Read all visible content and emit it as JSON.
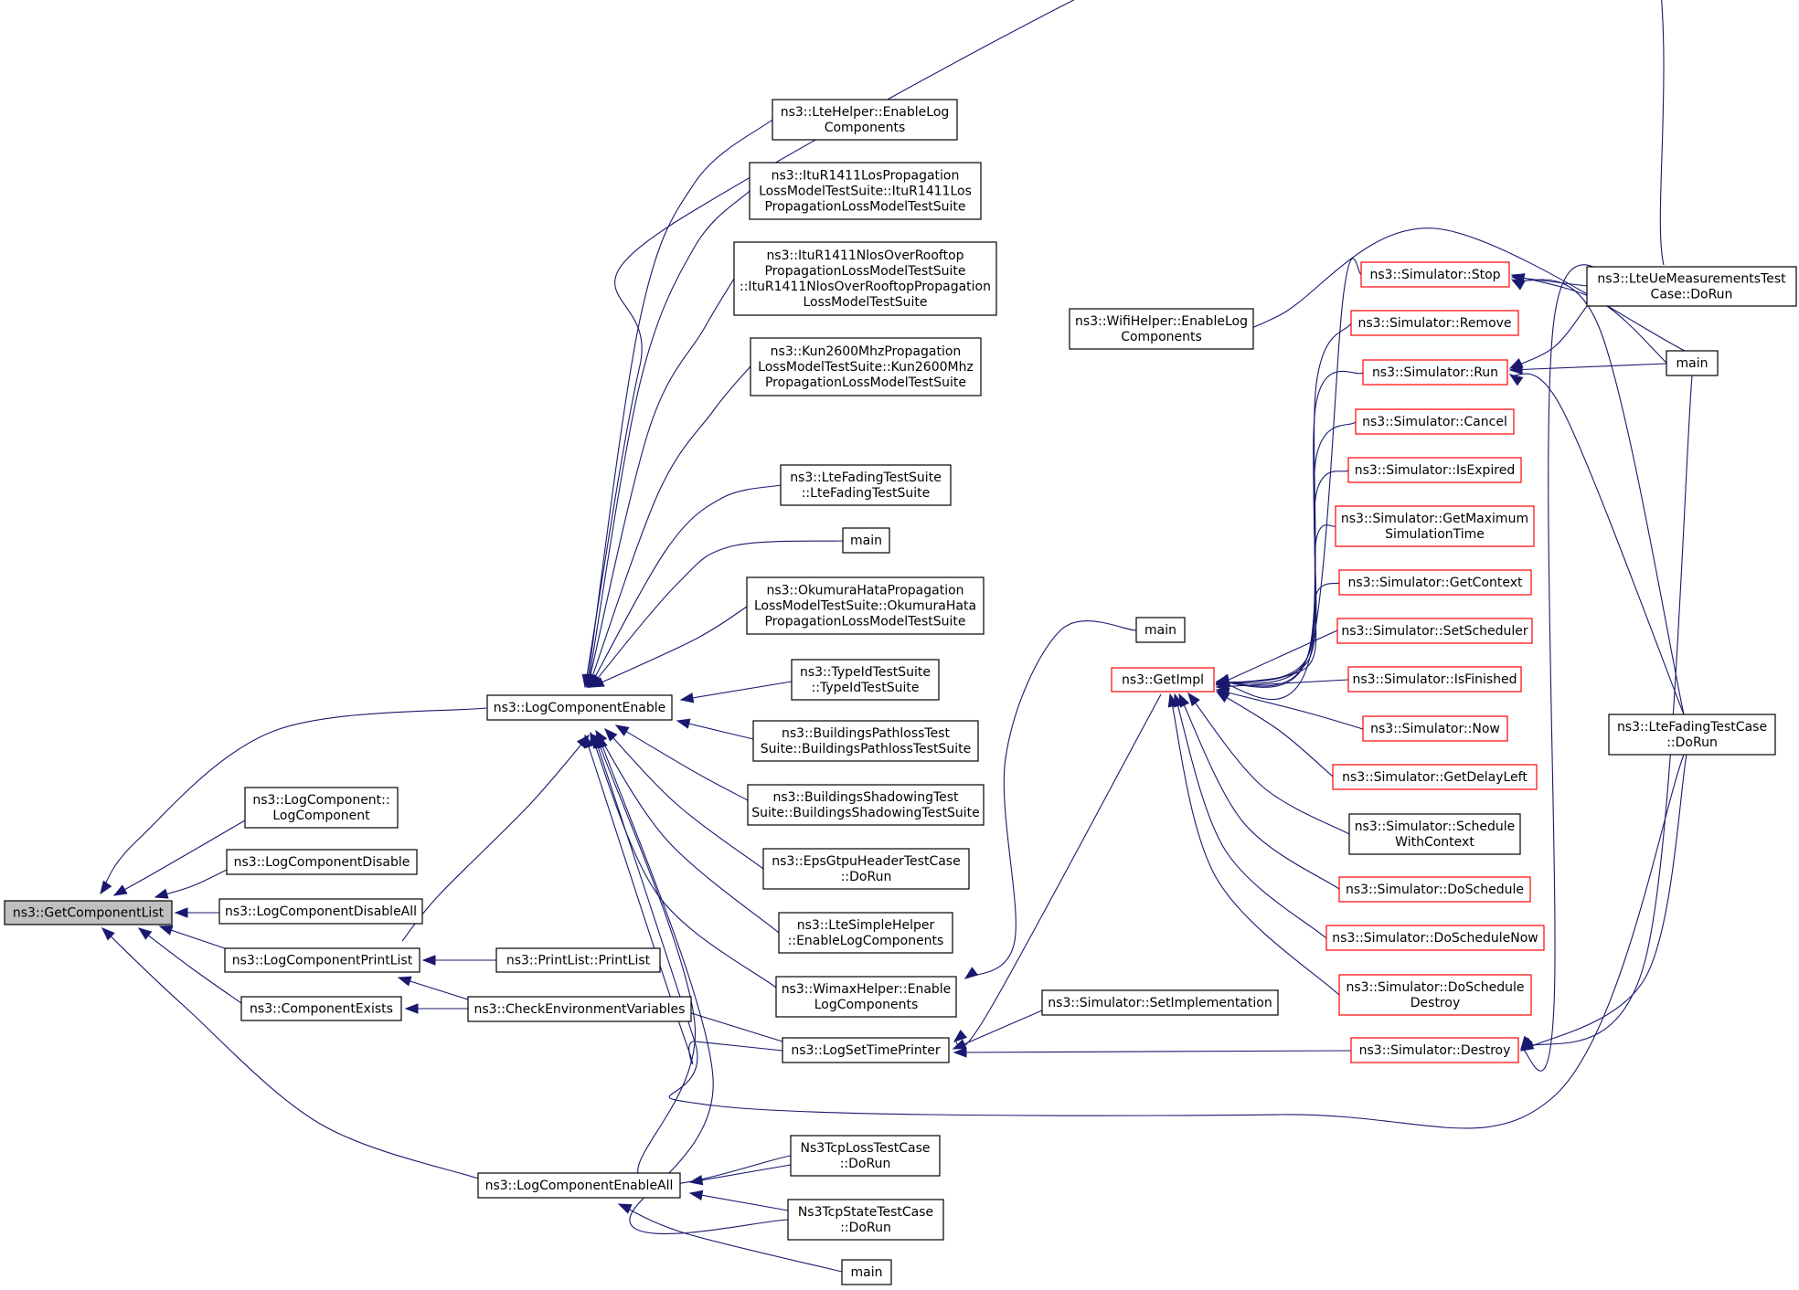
{
  "graph": {
    "nodes": [
      {
        "id": "root",
        "lines": [
          "ns3::GetComponentList"
        ],
        "style": "root"
      },
      {
        "id": "lce",
        "lines": [
          "ns3::LogComponentEnable"
        ]
      },
      {
        "id": "lcctor",
        "lines": [
          "ns3::LogComponent::",
          "LogComponent"
        ]
      },
      {
        "id": "lcd",
        "lines": [
          "ns3::LogComponentDisable"
        ]
      },
      {
        "id": "lcda",
        "lines": [
          "ns3::LogComponentDisableAll"
        ]
      },
      {
        "id": "lcpl",
        "lines": [
          "ns3::LogComponentPrintList"
        ]
      },
      {
        "id": "ce",
        "lines": [
          "ns3::ComponentExists"
        ]
      },
      {
        "id": "lcea",
        "lines": [
          "ns3::LogComponentEnableAll"
        ]
      },
      {
        "id": "ltehelp",
        "lines": [
          "ns3::LteHelper::EnableLog",
          "Components"
        ]
      },
      {
        "id": "itulos",
        "lines": [
          "ns3::ItuR1411LosPropagation",
          "LossModelTestSuite::ItuR1411Los",
          "PropagationLossModelTestSuite"
        ]
      },
      {
        "id": "itunlos",
        "lines": [
          "ns3::ItuR1411NlosOverRooftop",
          "PropagationLossModelTestSuite",
          "::ItuR1411NlosOverRooftopPropagation",
          "LossModelTestSuite"
        ]
      },
      {
        "id": "kun",
        "lines": [
          "ns3::Kun2600MhzPropagation",
          "LossModelTestSuite::Kun2600Mhz",
          "PropagationLossModelTestSuite"
        ]
      },
      {
        "id": "ltefts",
        "lines": [
          "ns3::LteFadingTestSuite",
          "::LteFadingTestSuite"
        ]
      },
      {
        "id": "main1",
        "lines": [
          "main"
        ]
      },
      {
        "id": "okumura",
        "lines": [
          "ns3::OkumuraHataPropagation",
          "LossModelTestSuite::OkumuraHata",
          "PropagationLossModelTestSuite"
        ]
      },
      {
        "id": "typeid",
        "lines": [
          "ns3::TypeIdTestSuite",
          "::TypeIdTestSuite"
        ]
      },
      {
        "id": "bpath",
        "lines": [
          "ns3::BuildingsPathlossTest",
          "Suite::BuildingsPathlossTestSuite"
        ]
      },
      {
        "id": "bshadow",
        "lines": [
          "ns3::BuildingsShadowingTest",
          "Suite::BuildingsShadowingTestSuite"
        ]
      },
      {
        "id": "epsg",
        "lines": [
          "ns3::EpsGtpuHeaderTestCase",
          "::DoRun"
        ]
      },
      {
        "id": "ltesimple",
        "lines": [
          "ns3::LteSimpleHelper",
          "::EnableLogComponents"
        ]
      },
      {
        "id": "wimax",
        "lines": [
          "ns3::WimaxHelper::Enable",
          "LogComponents"
        ]
      },
      {
        "id": "printlist",
        "lines": [
          "ns3::PrintList::PrintList"
        ]
      },
      {
        "id": "checkenv",
        "lines": [
          "ns3::CheckEnvironmentVariables"
        ]
      },
      {
        "id": "lstp",
        "lines": [
          "ns3::LogSetTimePrinter"
        ]
      },
      {
        "id": "tcploss",
        "lines": [
          "Ns3TcpLossTestCase",
          "::DoRun"
        ]
      },
      {
        "id": "tcpstate",
        "lines": [
          "Ns3TcpStateTestCase",
          "::DoRun"
        ]
      },
      {
        "id": "main2",
        "lines": [
          "main"
        ]
      },
      {
        "id": "wifi",
        "lines": [
          "ns3::WifiHelper::EnableLog",
          "Components"
        ]
      },
      {
        "id": "main3",
        "lines": [
          "main"
        ]
      },
      {
        "id": "getimpl",
        "lines": [
          "ns3::GetImpl"
        ],
        "style": "red"
      },
      {
        "id": "setimpl",
        "lines": [
          "ns3::Simulator::SetImplementation"
        ]
      },
      {
        "id": "stop",
        "lines": [
          "ns3::Simulator::Stop"
        ],
        "style": "red"
      },
      {
        "id": "remove",
        "lines": [
          "ns3::Simulator::Remove"
        ],
        "style": "red"
      },
      {
        "id": "run",
        "lines": [
          "ns3::Simulator::Run"
        ],
        "style": "red"
      },
      {
        "id": "cancel",
        "lines": [
          "ns3::Simulator::Cancel"
        ],
        "style": "red"
      },
      {
        "id": "isexp",
        "lines": [
          "ns3::Simulator::IsExpired"
        ],
        "style": "red"
      },
      {
        "id": "getmax",
        "lines": [
          "ns3::Simulator::GetMaximum",
          "SimulationTime"
        ],
        "style": "red"
      },
      {
        "id": "getctx",
        "lines": [
          "ns3::Simulator::GetContext"
        ],
        "style": "red"
      },
      {
        "id": "setsched",
        "lines": [
          "ns3::Simulator::SetScheduler"
        ],
        "style": "red"
      },
      {
        "id": "isfin",
        "lines": [
          "ns3::Simulator::IsFinished"
        ],
        "style": "red"
      },
      {
        "id": "now",
        "lines": [
          "ns3::Simulator::Now"
        ],
        "style": "red"
      },
      {
        "id": "getdelay",
        "lines": [
          "ns3::Simulator::GetDelayLeft"
        ],
        "style": "red"
      },
      {
        "id": "schedctx",
        "lines": [
          "ns3::Simulator::Schedule",
          "WithContext"
        ]
      },
      {
        "id": "dosched",
        "lines": [
          "ns3::Simulator::DoSchedule"
        ],
        "style": "red"
      },
      {
        "id": "doschednow",
        "lines": [
          "ns3::Simulator::DoScheduleNow"
        ],
        "style": "red"
      },
      {
        "id": "doscheddestroy",
        "lines": [
          "ns3::Simulator::DoSchedule",
          "Destroy"
        ],
        "style": "red"
      },
      {
        "id": "destroy",
        "lines": [
          "ns3::Simulator::Destroy"
        ],
        "style": "red"
      },
      {
        "id": "ltemeas",
        "lines": [
          "ns3::LteUeMeasurementsTest",
          "Case::DoRun"
        ]
      },
      {
        "id": "main4",
        "lines": [
          "main"
        ]
      },
      {
        "id": "ltefadingcase",
        "lines": [
          "ns3::LteFadingTestCase",
          "::DoRun"
        ]
      }
    ]
  }
}
